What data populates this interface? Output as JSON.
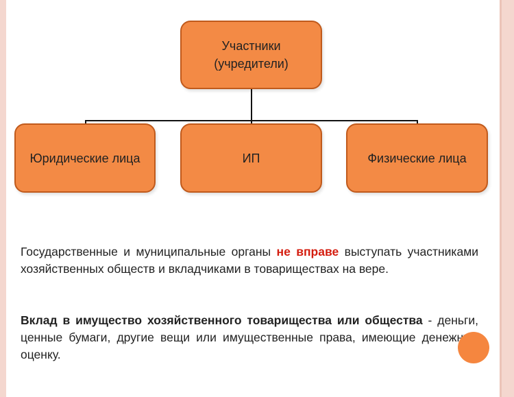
{
  "diagram": {
    "root": {
      "line1": "Участники",
      "line2": "(учредители)"
    },
    "children": [
      "Юридические лица",
      "ИП",
      "Физические лица"
    ]
  },
  "paragraph1": {
    "before": "Государственные и муниципальные органы ",
    "highlight": "не вправе",
    "after": " выступать участниками хозяйственных обществ и вкладчиками в товариществах на вере."
  },
  "paragraph2": {
    "bold": "Вклад в имущество хозяйственного товарищества или общества",
    "rest": " - деньги, ценные бумаги, другие вещи или имущественные права, имеющие денежную оценку."
  },
  "colors": {
    "node_fill": "#f38a45",
    "node_border": "#c05a1c",
    "highlight": "#d41d0f",
    "side_panel": "#f4d7cf"
  }
}
